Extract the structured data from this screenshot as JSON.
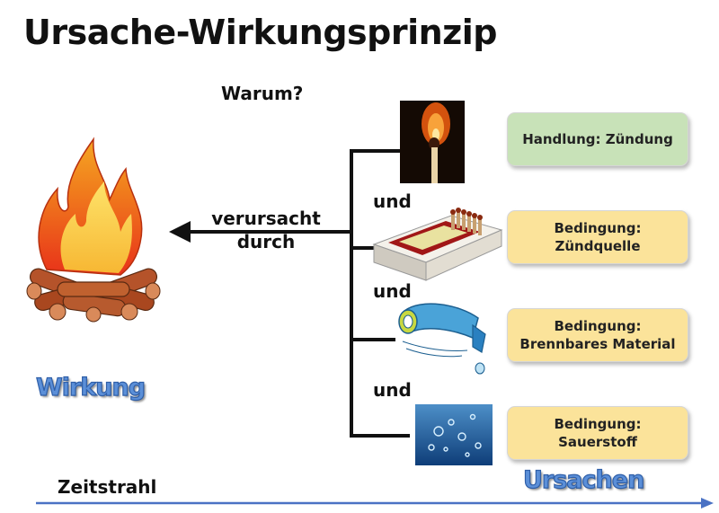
{
  "title": "Ursache-Wirkungsprinzip",
  "question": "Warum?",
  "arrow_label": "verursacht\ndurch",
  "connectors": [
    "und",
    "und",
    "und"
  ],
  "effect_label": "Wirkung",
  "causes_label": "Ursachen",
  "timeline_label": "Zeitstrahl",
  "causes": [
    {
      "text": "Handlung: Zündung",
      "color": "#c8e2b8",
      "icon": "burning-match-icon"
    },
    {
      "text": "Bedingung:\nZündquelle",
      "color": "#fbe39a",
      "icon": "matchbox-icon"
    },
    {
      "text": "Bedingung:\nBrennbares Material",
      "color": "#fbe39a",
      "icon": "fuel-can-icon"
    },
    {
      "text": "Bedingung:\nSauerstoff",
      "color": "#fbe39a",
      "icon": "air-bubbles-icon"
    }
  ],
  "colors": {
    "timeline": "#4a72c4",
    "wordart": "#5b8fd8",
    "line": "#111111"
  }
}
